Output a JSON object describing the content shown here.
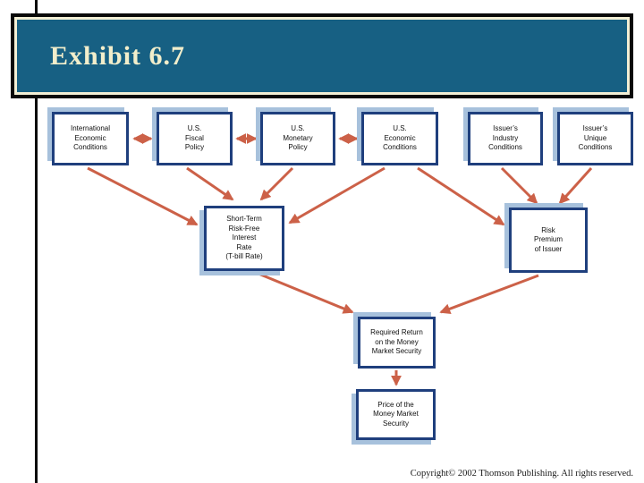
{
  "header": {
    "title": "Exhibit 6.7"
  },
  "footer": {
    "copyright": "Copyright© 2002 Thomson Publishing. All rights reserved."
  },
  "colors": {
    "header_fill": "#176083",
    "header_text": "#F2EECB",
    "header_trim": "#F3EFD5",
    "box_border": "#1F3F7D",
    "box_shadow": "#A7C1DC",
    "arrow": "#CC6148"
  },
  "diagram": {
    "nodes": [
      {
        "id": "international-economic-conditions",
        "label": "International\nEconomic\nConditions"
      },
      {
        "id": "us-fiscal-policy",
        "label": "U.S.\nFiscal\nPolicy"
      },
      {
        "id": "us-monetary-policy",
        "label": "U.S.\nMonetary\nPolicy"
      },
      {
        "id": "us-economic-conditions",
        "label": "U.S.\nEconomic\nConditions"
      },
      {
        "id": "issuers-industry-conditions",
        "label": "Issuer’s\nIndustry\nConditions"
      },
      {
        "id": "issuers-unique-conditions",
        "label": "Issuer’s\nUnique\nConditions"
      },
      {
        "id": "short-term-risk-free-rate",
        "label": "Short-Term\nRisk-Free\nInterest\nRate\n(T-bill Rate)"
      },
      {
        "id": "risk-premium-of-issuer",
        "label": "Risk\nPremium\nof Issuer"
      },
      {
        "id": "required-return",
        "label": "Required Return\non the Money\nMarket Security"
      },
      {
        "id": "price-of-security",
        "label": "Price of the\nMoney Market\nSecurity"
      }
    ]
  }
}
